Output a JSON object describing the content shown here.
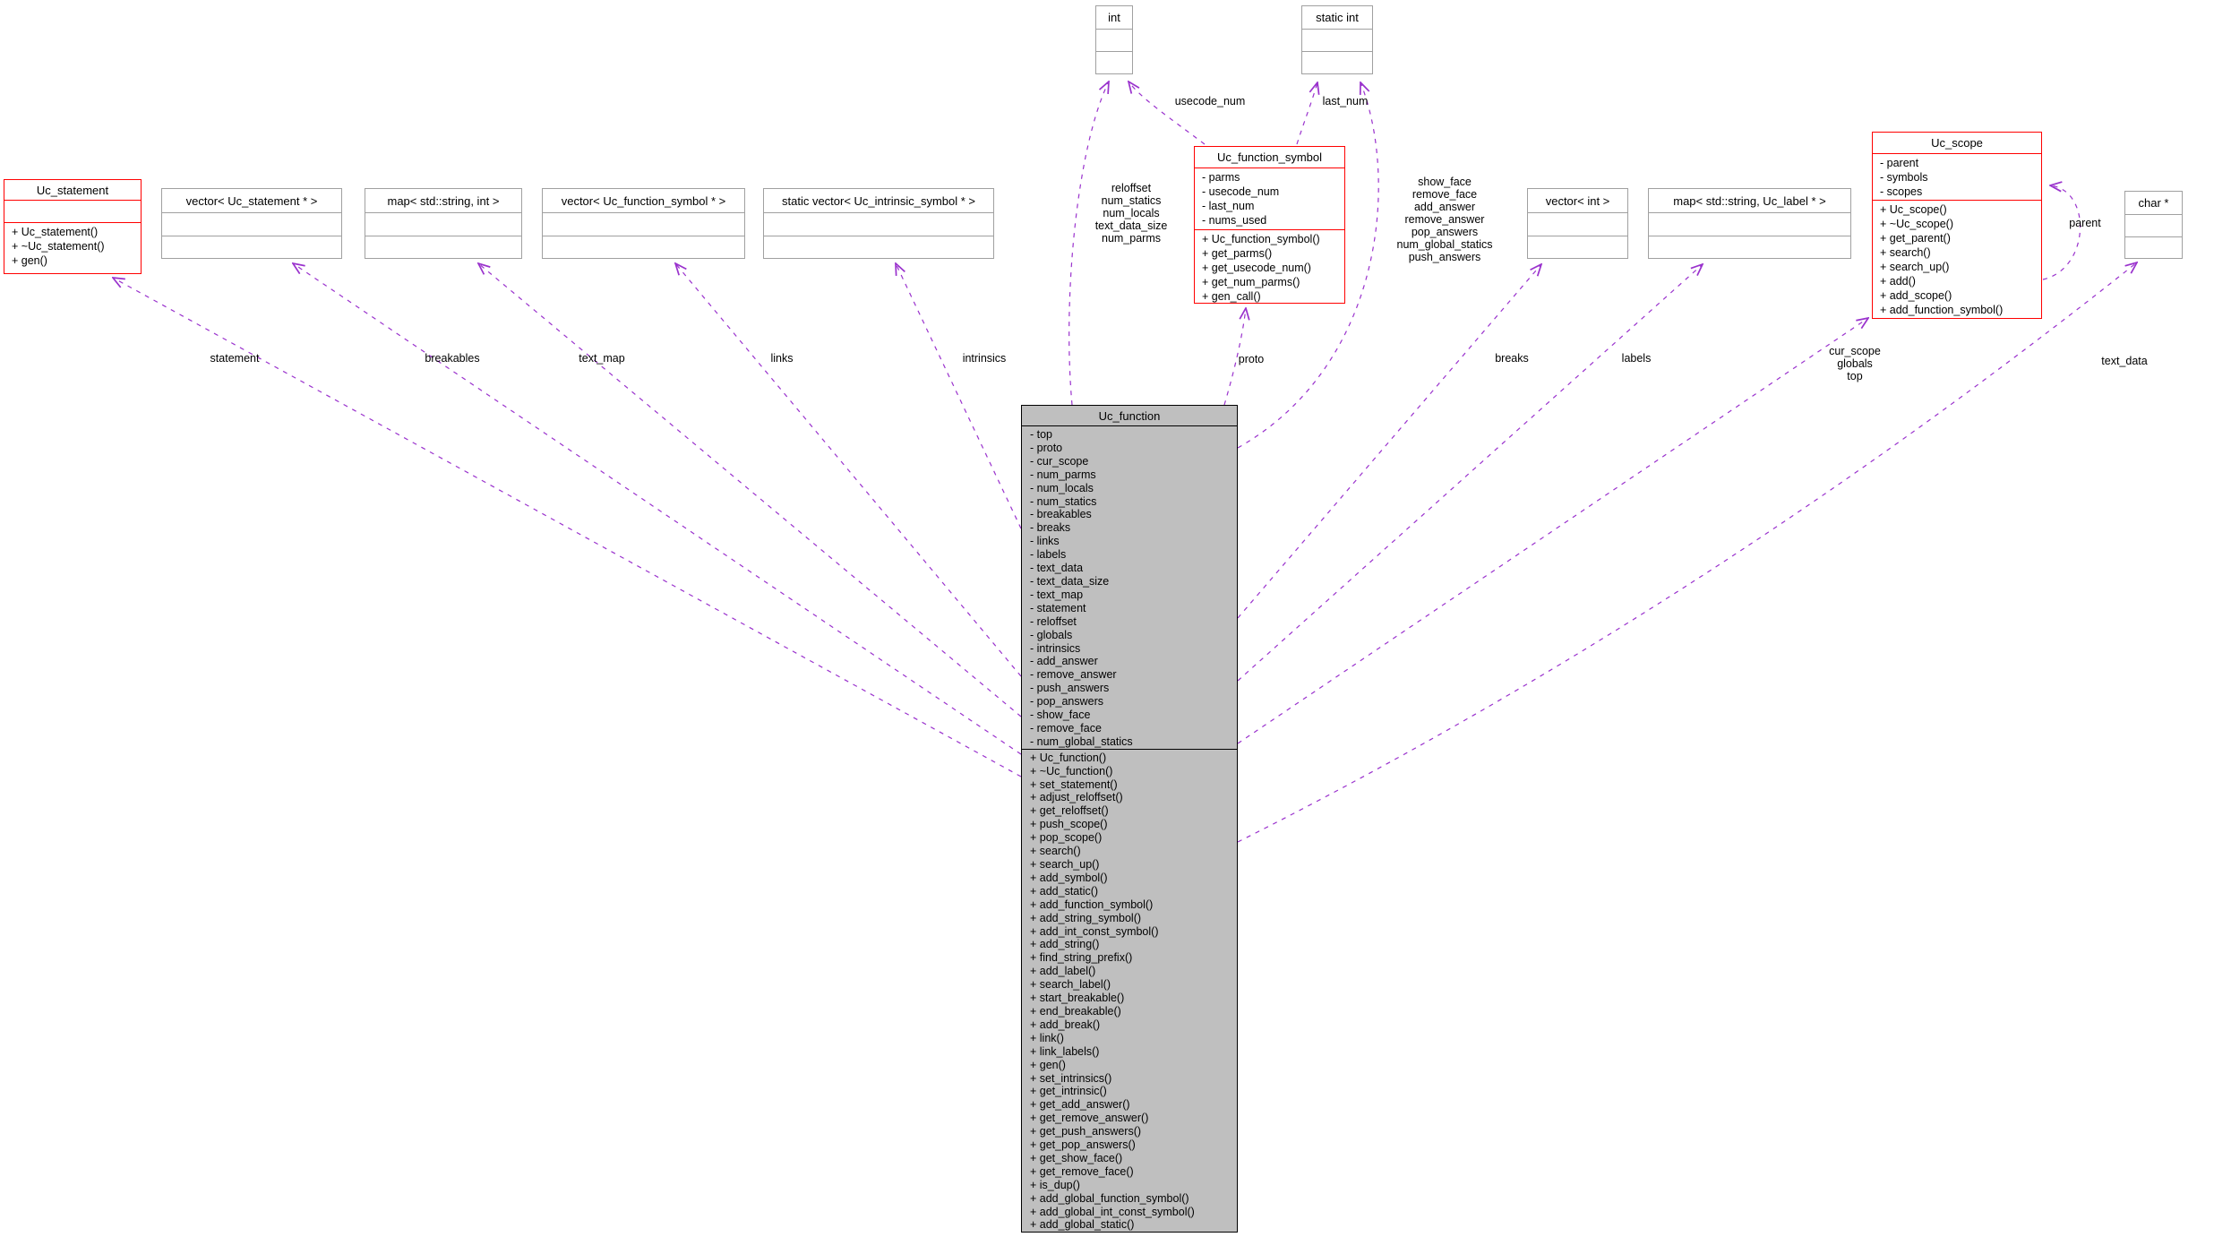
{
  "colors": {
    "edge": "#9a32cd",
    "red_class_border": "#ff0000",
    "template_class_border": "#a0a0a0",
    "main_class_fill": "#bfbfbf",
    "main_class_border": "#000000",
    "background": "#ffffff",
    "text": "#000000"
  },
  "classes": {
    "uc_statement": {
      "name": "Uc_statement",
      "attributes": [],
      "methods": [
        "+ Uc_statement()",
        "+ ~Uc_statement()",
        "+ gen()"
      ]
    },
    "vector_uc_statement": {
      "name": "vector< Uc_statement * >",
      "attributes": [],
      "methods": []
    },
    "map_string_int": {
      "name": "map< std::string, int >",
      "attributes": [],
      "methods": []
    },
    "vector_uc_function_symbol": {
      "name": "vector< Uc_function_symbol * >",
      "attributes": [],
      "methods": []
    },
    "static_vector_uc_intrinsic_symbol": {
      "name": "static vector< Uc_intrinsic_symbol * >",
      "attributes": [],
      "methods": []
    },
    "int": {
      "name": "int",
      "attributes": [],
      "methods": []
    },
    "static_int": {
      "name": "static int",
      "attributes": [],
      "methods": []
    },
    "uc_function_symbol": {
      "name": "Uc_function_symbol",
      "attributes": [
        "- parms",
        "- usecode_num",
        "- last_num",
        "- nums_used"
      ],
      "methods": [
        "+ Uc_function_symbol()",
        "+ get_parms()",
        "+ get_usecode_num()",
        "+ get_num_parms()",
        "+ gen_call()"
      ]
    },
    "vector_int": {
      "name": "vector< int >",
      "attributes": [],
      "methods": []
    },
    "map_string_uc_label": {
      "name": "map< std::string, Uc_label * >",
      "attributes": [],
      "methods": []
    },
    "uc_scope": {
      "name": "Uc_scope",
      "attributes": [
        "- parent",
        "- symbols",
        "- scopes"
      ],
      "methods": [
        "+ Uc_scope()",
        "+ ~Uc_scope()",
        "+ get_parent()",
        "+ search()",
        "+ search_up()",
        "+ add()",
        "+ add_scope()",
        "+ add_function_symbol()"
      ]
    },
    "char_ptr": {
      "name": "char *",
      "attributes": [],
      "methods": []
    },
    "uc_function": {
      "name": "Uc_function",
      "attributes": [
        "- top",
        "- proto",
        "- cur_scope",
        "- num_parms",
        "- num_locals",
        "- num_statics",
        "- breakables",
        "- breaks",
        "- links",
        "- labels",
        "- text_data",
        "- text_data_size",
        "- text_map",
        "- statement",
        "- reloffset",
        "- globals",
        "- intrinsics",
        "- add_answer",
        "- remove_answer",
        "- push_answers",
        "- pop_answers",
        "- show_face",
        "- remove_face",
        "- num_global_statics"
      ],
      "methods": [
        "+ Uc_function()",
        "+ ~Uc_function()",
        "+ set_statement()",
        "+ adjust_reloffset()",
        "+ get_reloffset()",
        "+ push_scope()",
        "+ pop_scope()",
        "+ search()",
        "+ search_up()",
        "+ add_symbol()",
        "+ add_static()",
        "+ add_function_symbol()",
        "+ add_string_symbol()",
        "+ add_int_const_symbol()",
        "+ add_string()",
        "+ find_string_prefix()",
        "+ add_label()",
        "+ search_label()",
        "+ start_breakable()",
        "+ end_breakable()",
        "+ add_break()",
        "+ link()",
        "+ link_labels()",
        "+ gen()",
        "+ set_intrinsics()",
        "+ get_intrinsic()",
        "+ get_add_answer()",
        "+ get_remove_answer()",
        "+ get_push_answers()",
        "+ get_pop_answers()",
        "+ get_show_face()",
        "+ get_remove_face()",
        "+ is_dup()",
        "+ add_global_function_symbol()",
        "+ add_global_int_const_symbol()",
        "+ add_global_static()"
      ]
    }
  },
  "edges": [
    {
      "id": "statement",
      "from": "uc_function",
      "to": "uc_statement"
    },
    {
      "id": "breakables",
      "from": "uc_function",
      "to": "vector_uc_statement"
    },
    {
      "id": "text_map",
      "from": "uc_function",
      "to": "map_string_int"
    },
    {
      "id": "links",
      "from": "uc_function",
      "to": "vector_uc_function_symbol"
    },
    {
      "id": "intrinsics",
      "from": "uc_function",
      "to": "static_vector_uc_intrinsic_symbol"
    },
    {
      "id": "proto",
      "from": "uc_function",
      "to": "uc_function_symbol"
    },
    {
      "id": "reloffset_group",
      "from": "uc_function",
      "to": "int"
    },
    {
      "id": "usecode_num",
      "from": "uc_function_symbol",
      "to": "int"
    },
    {
      "id": "last_num",
      "from": "uc_function_symbol",
      "to": "static_int"
    },
    {
      "id": "show_face_group",
      "from": "uc_function",
      "to": "static_int"
    },
    {
      "id": "breaks",
      "from": "uc_function",
      "to": "vector_int"
    },
    {
      "id": "labels",
      "from": "uc_function",
      "to": "map_string_uc_label"
    },
    {
      "id": "cur_scope_group",
      "from": "uc_function",
      "to": "uc_scope"
    },
    {
      "id": "text_data",
      "from": "uc_function",
      "to": "char_ptr"
    },
    {
      "id": "parent",
      "from": "uc_scope",
      "to": "uc_scope"
    }
  ],
  "edge_labels": {
    "statement": {
      "lines": [
        "statement"
      ]
    },
    "breakables": {
      "lines": [
        "breakables"
      ]
    },
    "text_map": {
      "lines": [
        "text_map"
      ]
    },
    "links": {
      "lines": [
        "links"
      ]
    },
    "intrinsics": {
      "lines": [
        "intrinsics"
      ]
    },
    "proto": {
      "lines": [
        "proto"
      ]
    },
    "reloffset_group": {
      "lines": [
        "reloffset",
        "num_statics",
        "num_locals",
        "text_data_size",
        "num_parms"
      ]
    },
    "usecode_num": {
      "lines": [
        "usecode_num"
      ]
    },
    "last_num": {
      "lines": [
        "last_num"
      ]
    },
    "show_face_group": {
      "lines": [
        "show_face",
        "remove_face",
        "add_answer",
        "remove_answer",
        "pop_answers",
        "num_global_statics",
        "push_answers"
      ]
    },
    "breaks": {
      "lines": [
        "breaks"
      ]
    },
    "labels": {
      "lines": [
        "labels"
      ]
    },
    "cur_scope_group": {
      "lines": [
        "cur_scope",
        "globals",
        "top"
      ]
    },
    "text_data": {
      "lines": [
        "text_data"
      ]
    },
    "parent": {
      "lines": [
        "parent"
      ]
    }
  }
}
